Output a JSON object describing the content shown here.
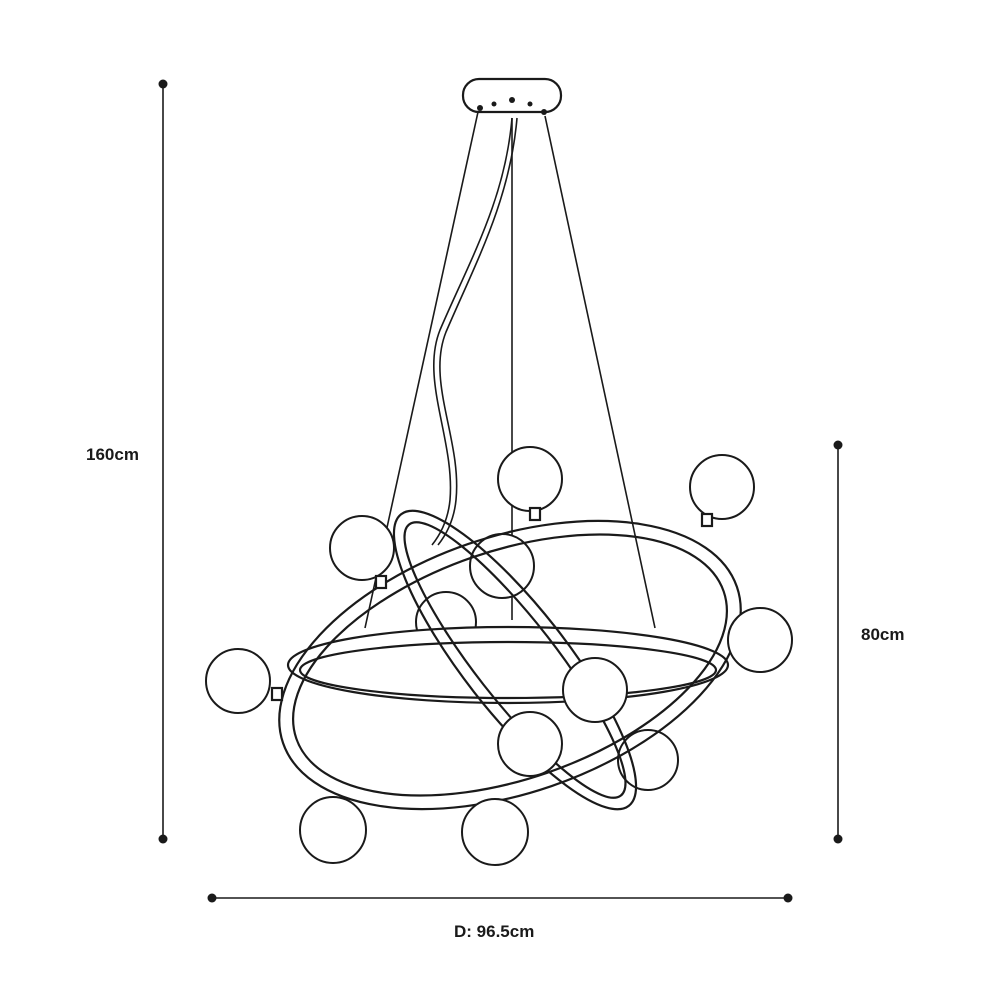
{
  "dimensions": {
    "total_height": "160cm",
    "body_height": "80cm",
    "diameter": "D: 96.5cm"
  },
  "colors": {
    "line": "#1a1a1a",
    "background": "#ffffff"
  }
}
